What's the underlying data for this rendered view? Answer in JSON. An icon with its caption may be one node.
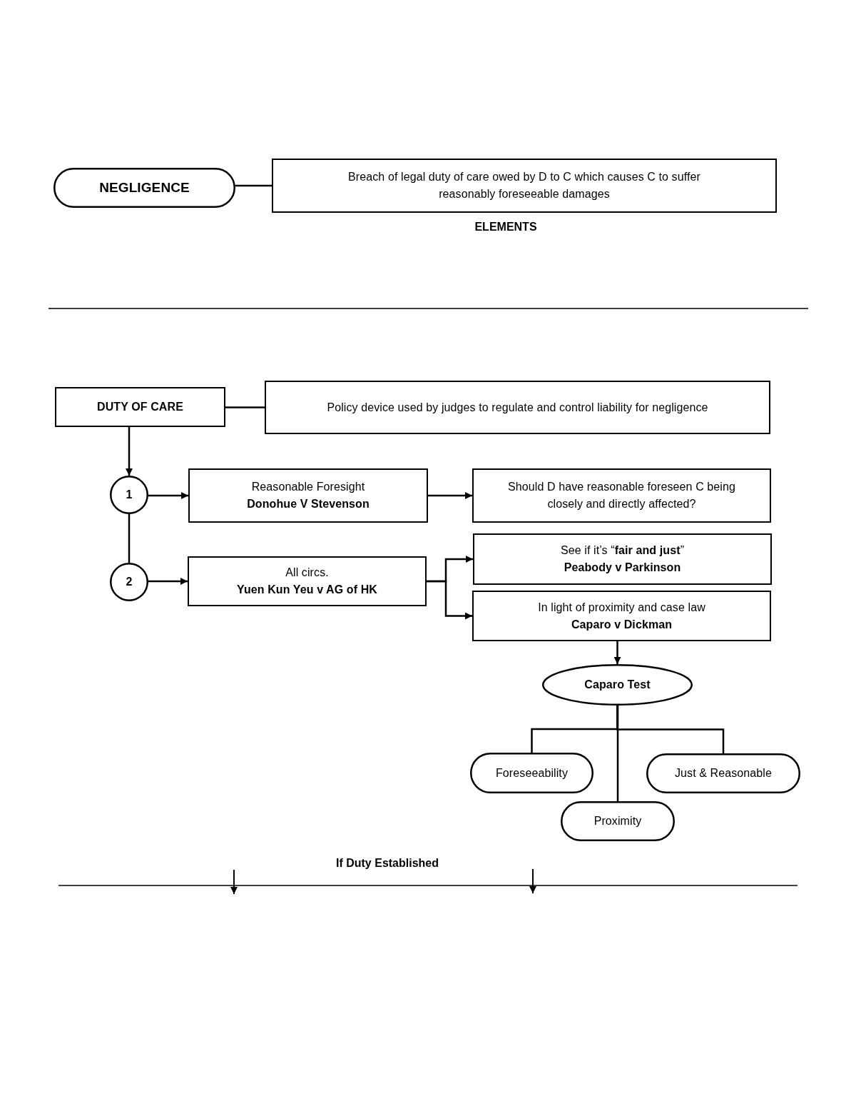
{
  "diagram": {
    "nodes": [
      {
        "text": [
          "NEGLIGENCE"
        ]
      },
      {
        "text": [
          "Breach of legal duty of care owed by D to C which causes C to suffer reasonably foreseeable damages"
        ]
      },
      {
        "text": [
          "DUTY OF CARE"
        ]
      },
      {
        "text": [
          "Policy device used by judges to regulate and control liability for negligence"
        ]
      },
      {
        "text": [
          "1"
        ]
      },
      {
        "text": [
          "Reasonable Foresight",
          "Donohue V Stevenson"
        ]
      },
      {
        "text": [
          "Should D have reasonable foreseen C being closely and directly affected?"
        ]
      },
      {
        "text": [
          "2"
        ]
      },
      {
        "text": [
          "All circs.",
          "Yuen Kun Yeu v AG of HK"
        ]
      },
      {
        "text": [
          "See if it’s “**fair and just**”",
          "Peabody v Parkinson"
        ]
      },
      {
        "text": [
          "In light of proximity and case law",
          "Caparo v Dickman"
        ]
      },
      {
        "text": [
          "Caparo Test"
        ]
      },
      {
        "text": [
          "Foreseeability"
        ]
      },
      {
        "text": [
          "Just & Reasonable"
        ]
      },
      {
        "text": [
          "Proximity"
        ]
      }
    ],
    "edges": [
      {
        "from": 0,
        "to": 1,
        "arrow": "none"
      },
      {
        "from": 2,
        "to": 3,
        "arrow": "none"
      },
      {
        "from": 2,
        "to": 4,
        "arrow": "to"
      },
      {
        "from": 4,
        "to": 5,
        "arrow": "to"
      },
      {
        "from": 5,
        "to": 6,
        "arrow": "to"
      },
      {
        "from": 4,
        "to": 7,
        "arrow": "none"
      },
      {
        "from": 7,
        "to": 8,
        "arrow": "to"
      },
      {
        "from": 8,
        "to": 9,
        "arrow": "to"
      },
      {
        "from": 8,
        "to": 10,
        "arrow": "to"
      },
      {
        "from": 10,
        "to": 11,
        "arrow": "to"
      },
      {
        "from": 11,
        "to": 12,
        "arrow": "none"
      },
      {
        "from": 11,
        "to": 13,
        "arrow": "none"
      },
      {
        "from": 11,
        "to": 14,
        "arrow": "none"
      }
    ],
    "labels": [
      "ELEMENTS",
      "If Duty Established"
    ]
  }
}
